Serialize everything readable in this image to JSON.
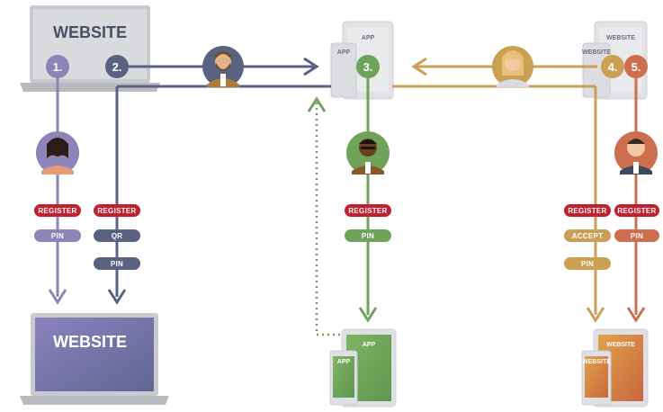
{
  "top_devices": {
    "laptop_label": "WEBSITE",
    "tablet_app_label": "APP",
    "tablet_app_phone_label": "APP",
    "tablet_site_label": "WEBSITE",
    "tablet_site_phone_label": "WEBSITE"
  },
  "bottom_devices": {
    "laptop_label": "WEBSITE",
    "tablet_app_label": "APP",
    "tablet_app_phone_label": "APP",
    "tablet_site_label": "WEBSITE",
    "tablet_site_phone_label": "WEBSITE"
  },
  "steps": [
    "1.",
    "2.",
    "3.",
    "4.",
    "5."
  ],
  "flows": [
    {
      "step": "1.",
      "color": "#8d84b7",
      "pills": [
        "REGISTER",
        "PIN"
      ]
    },
    {
      "step": "2.",
      "color": "#5a6282",
      "pills": [
        "REGISTER",
        "QR",
        "PIN"
      ]
    },
    {
      "step": "3.",
      "color": "#6fa35a",
      "pills": [
        "REGISTER",
        "PIN"
      ]
    },
    {
      "step": "4.",
      "color": "#caa055",
      "pills": [
        "REGISTER",
        "ACCEPT",
        "PIN"
      ]
    },
    {
      "step": "5.",
      "color": "#cd6f4f",
      "pills": [
        "REGISTER",
        "PIN"
      ]
    }
  ],
  "colors": {
    "register": "#c3202f",
    "flow1": "#8d84b7",
    "flow2": "#5a6282",
    "flow3": "#6fa35a",
    "flow4": "#caa055",
    "flow5": "#cd6f4f"
  }
}
